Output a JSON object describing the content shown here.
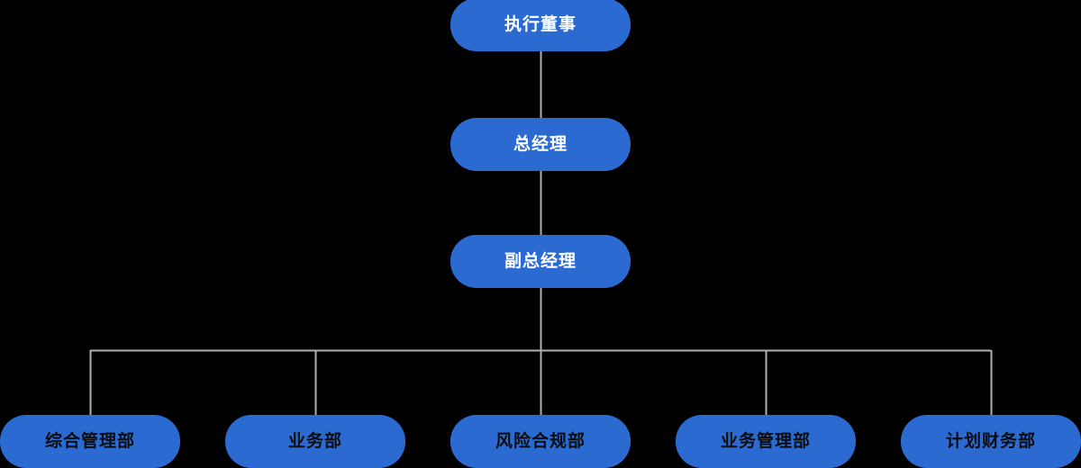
{
  "chart_data": {
    "type": "diagram",
    "diagram_type": "org-chart",
    "title": "",
    "orientation": "top-down",
    "node_fill": "#2a6ad1",
    "connector_color": "#b0b0b0",
    "background": "#000000",
    "levels": [
      {
        "level": 1,
        "nodes": [
          "执行董事"
        ],
        "text_color": "#ffffff"
      },
      {
        "level": 2,
        "nodes": [
          "总经理"
        ],
        "text_color": "#ffffff"
      },
      {
        "level": 3,
        "nodes": [
          "副总经理"
        ],
        "text_color": "#ffffff"
      },
      {
        "level": 4,
        "nodes": [
          "综合管理部",
          "业务部",
          "风险合规部",
          "业务管理部",
          "计划财务部"
        ],
        "text_color": "#0b0d10"
      }
    ],
    "edges": [
      {
        "from": "执行董事",
        "to": "总经理"
      },
      {
        "from": "总经理",
        "to": "副总经理"
      },
      {
        "from": "副总经理",
        "to": "综合管理部"
      },
      {
        "from": "副总经理",
        "to": "业务部"
      },
      {
        "from": "副总经理",
        "to": "风险合规部"
      },
      {
        "from": "副总经理",
        "to": "业务管理部"
      },
      {
        "from": "副总经理",
        "to": "计划财务部"
      }
    ]
  },
  "chart": {
    "executive_director": "执行董事",
    "general_manager": "总经理",
    "deputy_general_manager": "副总经理",
    "departments": [
      {
        "label": "综合管理部"
      },
      {
        "label": "业务部"
      },
      {
        "label": "风险合规部"
      },
      {
        "label": "业务管理部"
      },
      {
        "label": "计划财务部"
      }
    ]
  }
}
